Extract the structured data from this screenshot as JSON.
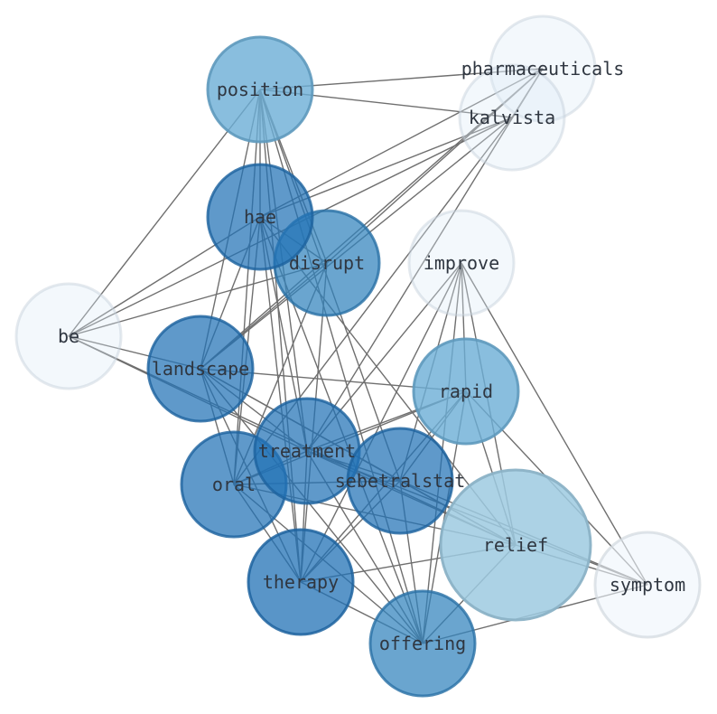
{
  "graph": {
    "nodes": [
      {
        "id": "position",
        "label": "position",
        "color": "#6baed6",
        "opacity": 0.8
      },
      {
        "id": "pharmaceuticals",
        "label": "pharmaceuticals",
        "color": "#deebf7",
        "opacity": 0.35
      },
      {
        "id": "kalvista",
        "label": "kalvista",
        "color": "#deebf7",
        "opacity": 0.35
      },
      {
        "id": "hae",
        "label": "hae",
        "color": "#2171b5",
        "opacity": 0.72
      },
      {
        "id": "disrupt",
        "label": "disrupt",
        "color": "#3182bd",
        "opacity": 0.72
      },
      {
        "id": "improve",
        "label": "improve",
        "color": "#deebf7",
        "opacity": 0.35
      },
      {
        "id": "be",
        "label": "be",
        "color": "#deebf7",
        "opacity": 0.35
      },
      {
        "id": "landscape",
        "label": "landscape",
        "color": "#2171b5",
        "opacity": 0.72
      },
      {
        "id": "rapid",
        "label": "rapid",
        "color": "#6baed6",
        "opacity": 0.8
      },
      {
        "id": "treatment",
        "label": "treatment",
        "color": "#2171b5",
        "opacity": 0.72
      },
      {
        "id": "sebetralstat",
        "label": "sebetralstat",
        "color": "#2171b5",
        "opacity": 0.72
      },
      {
        "id": "oral",
        "label": "oral",
        "color": "#2171b5",
        "opacity": 0.72
      },
      {
        "id": "relief",
        "label": "relief",
        "color": "#9ecae1",
        "opacity": 0.85
      },
      {
        "id": "symptom",
        "label": "symptom",
        "color": "#eff5fc",
        "opacity": 0.6
      },
      {
        "id": "therapy",
        "label": "therapy",
        "color": "#2171b5",
        "opacity": 0.75
      },
      {
        "id": "offering",
        "label": "offering",
        "color": "#3182bd",
        "opacity": 0.72
      }
    ],
    "edges": [
      [
        "position",
        "pharmaceuticals"
      ],
      [
        "position",
        "kalvista"
      ],
      [
        "position",
        "be"
      ],
      [
        "position",
        "hae"
      ],
      [
        "position",
        "disrupt"
      ],
      [
        "position",
        "landscape"
      ],
      [
        "position",
        "treatment"
      ],
      [
        "position",
        "oral"
      ],
      [
        "position",
        "therapy"
      ],
      [
        "position",
        "sebetralstat"
      ],
      [
        "position",
        "offering"
      ],
      [
        "pharmaceuticals",
        "hae"
      ],
      [
        "pharmaceuticals",
        "landscape"
      ],
      [
        "pharmaceuticals",
        "treatment"
      ],
      [
        "pharmaceuticals",
        "kalvista"
      ],
      [
        "pharmaceuticals",
        "disrupt"
      ],
      [
        "kalvista",
        "hae"
      ],
      [
        "kalvista",
        "be"
      ],
      [
        "kalvista",
        "oral"
      ],
      [
        "kalvista",
        "landscape"
      ],
      [
        "hae",
        "be"
      ],
      [
        "hae",
        "landscape"
      ],
      [
        "hae",
        "oral"
      ],
      [
        "hae",
        "treatment"
      ],
      [
        "hae",
        "therapy"
      ],
      [
        "hae",
        "offering"
      ],
      [
        "hae",
        "relief"
      ],
      [
        "hae",
        "disrupt"
      ],
      [
        "disrupt",
        "be"
      ],
      [
        "disrupt",
        "landscape"
      ],
      [
        "disrupt",
        "oral"
      ],
      [
        "disrupt",
        "therapy"
      ],
      [
        "improve",
        "rapid"
      ],
      [
        "improve",
        "relief"
      ],
      [
        "improve",
        "symptom"
      ],
      [
        "improve",
        "treatment"
      ],
      [
        "improve",
        "sebetralstat"
      ],
      [
        "improve",
        "offering"
      ],
      [
        "improve",
        "therapy"
      ],
      [
        "be",
        "landscape"
      ],
      [
        "be",
        "treatment"
      ],
      [
        "be",
        "relief"
      ],
      [
        "landscape",
        "rapid"
      ],
      [
        "landscape",
        "treatment"
      ],
      [
        "landscape",
        "oral"
      ],
      [
        "landscape",
        "sebetralstat"
      ],
      [
        "landscape",
        "therapy"
      ],
      [
        "landscape",
        "offering"
      ],
      [
        "landscape",
        "relief"
      ],
      [
        "rapid",
        "treatment"
      ],
      [
        "rapid",
        "oral"
      ],
      [
        "rapid",
        "relief"
      ],
      [
        "rapid",
        "symptom"
      ],
      [
        "rapid",
        "therapy"
      ],
      [
        "rapid",
        "offering"
      ],
      [
        "rapid",
        "sebetralstat"
      ],
      [
        "treatment",
        "sebetralstat"
      ],
      [
        "treatment",
        "oral"
      ],
      [
        "treatment",
        "therapy"
      ],
      [
        "treatment",
        "offering"
      ],
      [
        "treatment",
        "relief"
      ],
      [
        "treatment",
        "symptom"
      ],
      [
        "sebetralstat",
        "oral"
      ],
      [
        "sebetralstat",
        "relief"
      ],
      [
        "sebetralstat",
        "therapy"
      ],
      [
        "sebetralstat",
        "offering"
      ],
      [
        "sebetralstat",
        "symptom"
      ],
      [
        "oral",
        "therapy"
      ],
      [
        "oral",
        "offering"
      ],
      [
        "oral",
        "relief"
      ],
      [
        "relief",
        "offering"
      ],
      [
        "relief",
        "therapy"
      ],
      [
        "relief",
        "symptom"
      ],
      [
        "therapy",
        "offering"
      ],
      [
        "offering",
        "symptom"
      ]
    ]
  }
}
